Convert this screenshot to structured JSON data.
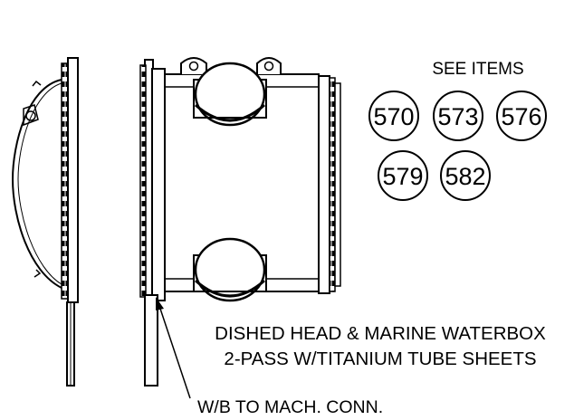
{
  "see_items": {
    "heading": "SEE ITEMS",
    "items": [
      "570",
      "573",
      "576",
      "579",
      "582"
    ]
  },
  "caption": {
    "line1": "DISHED HEAD & MARINE WATERBOX",
    "line2": "2-PASS W/TITANIUM TUBE SHEETS"
  },
  "callout": {
    "label": "W/B TO MACH. CONN."
  }
}
